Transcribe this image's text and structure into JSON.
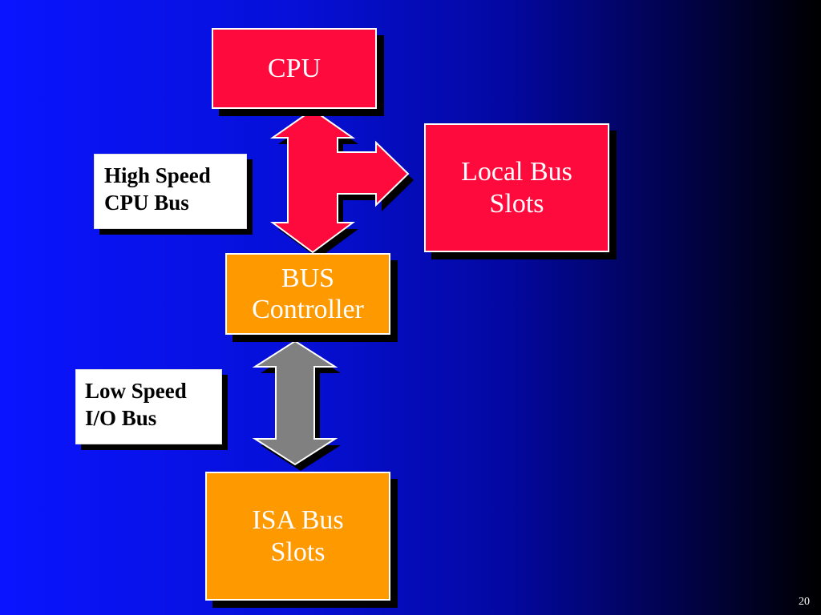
{
  "diagram": {
    "cpu": "CPU",
    "local_bus_slots": [
      "Local Bus",
      "Slots"
    ],
    "bus_controller": [
      "BUS",
      "Controller"
    ],
    "isa_bus_slots": [
      "ISA Bus",
      "Slots"
    ],
    "high_speed_label": [
      "High Speed",
      "CPU Bus"
    ],
    "low_speed_label": [
      "Low Speed",
      "I/O Bus"
    ]
  },
  "colors": {
    "cpu_bus_arrows": "#ff0a3c",
    "io_bus_arrow": "#808080",
    "red_box": "#ff0a3c",
    "orange_box": "#ff9900"
  },
  "page_number": "20"
}
